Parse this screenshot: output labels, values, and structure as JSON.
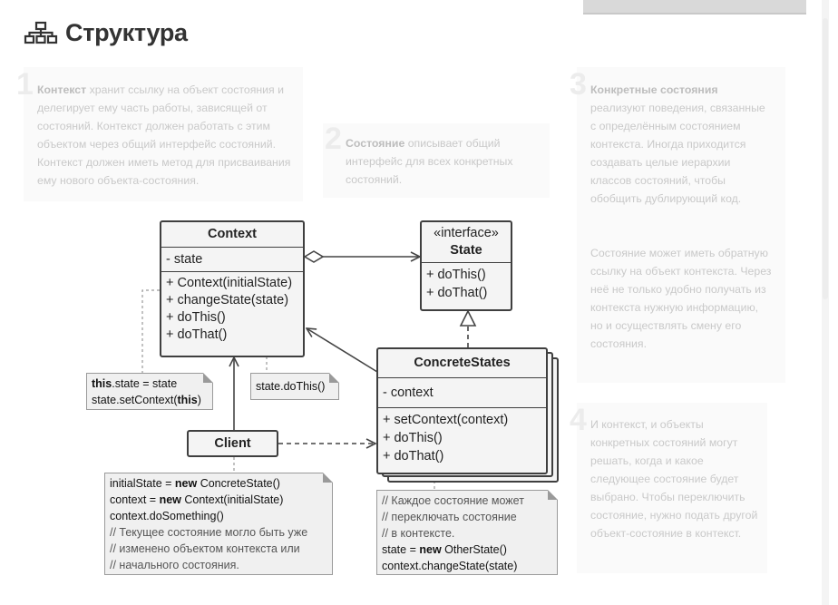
{
  "header": {
    "title": "Структура",
    "icon": "structure-icon"
  },
  "notes": {
    "n1": {
      "num": "1",
      "bold": "Контекст",
      "text": " хранит ссылку на объект состояния и делегирует ему часть работы, зависящей от состояний. Контекст должен работать с этим объектом через общий интерфейс состояний. Контекст должен иметь метод для присваивания ему нового объекта-состояния."
    },
    "n2": {
      "num": "2",
      "bold": "Состояние",
      "text": " описывает общий интерфейс для всех конкретных состояний."
    },
    "n3": {
      "num": "3",
      "bold": "Конкретные состояния",
      "text": " реализуют поведения, связанные с определённым состоянием контекста. Иногда приходится создавать целые иерархии классов состояний, чтобы обобщить дублирующий код.",
      "text2": "Состояние может иметь обратную ссылку на объект контекста. Через неё не только удобно получать из контекста нужную информацию, но и осуществлять смену его состояния."
    },
    "n4": {
      "num": "4",
      "text": "И контекст, и объекты конкретных состояний могут решать, когда и какое следующее состояние будет выбрано. Чтобы переключить состояние, нужно подать другой объект-состояние в контекст."
    }
  },
  "classes": {
    "context": {
      "name": "Context",
      "fields": [
        "- state"
      ],
      "methods": [
        "+ Context(initialState)",
        "+ changeState(state)",
        "+ doThis()",
        "+ doThat()"
      ]
    },
    "state": {
      "stereotype": "«interface»",
      "name": "State",
      "methods": [
        "+ doThis()",
        "+ doThat()"
      ]
    },
    "concrete": {
      "name": "ConcreteStates",
      "fields": [
        "- context"
      ],
      "methods": [
        "+ setContext(context)",
        "+ doThis()",
        "+ doThat()"
      ]
    },
    "client": {
      "name": "Client"
    }
  },
  "code_notes": {
    "ctx_state": {
      "l1_kw": "this",
      "l1_rest": ".state = state",
      "l2_pre": "state.setContext(",
      "l2_kw": "this",
      "l2_post": ")"
    },
    "dothis": {
      "text": "state.doThis()"
    },
    "client": {
      "l1_pre": "initialState = ",
      "l1_kw": "new",
      "l1_post": " ConcreteState()",
      "l2_pre": "context = ",
      "l2_kw": "new",
      "l2_post": " Context(initialState)",
      "l3": "context.doSomething()",
      "c1": "// Текущее состояние могло быть уже",
      "c2": "// изменено объектом контекста или",
      "c3": "// начального состояния."
    },
    "concrete": {
      "c1": "// Каждое состояние может",
      "c2": "// переключать состояние",
      "c3": "// в контексте.",
      "l1_pre": "state = ",
      "l1_kw": "new",
      "l1_post": " OtherState()",
      "l2": "context.changeState(state)"
    }
  }
}
